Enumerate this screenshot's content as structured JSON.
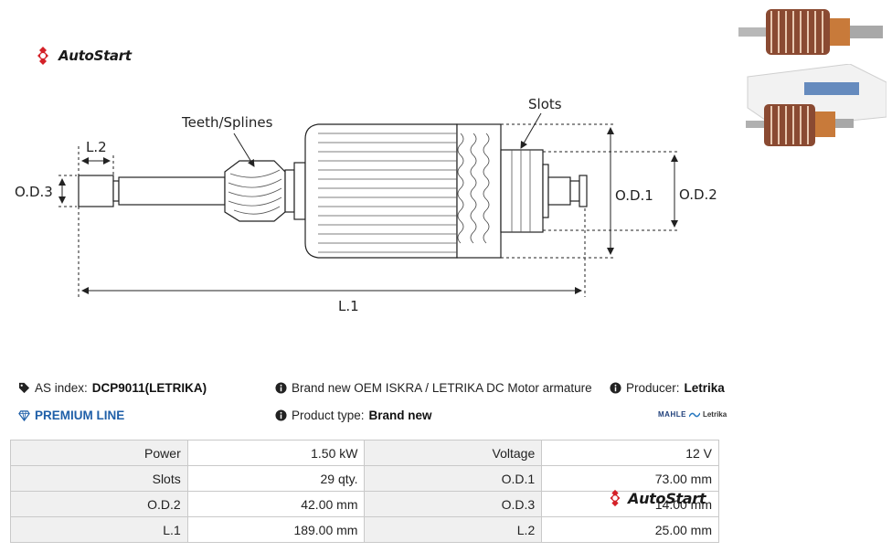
{
  "brand": {
    "name": "AutoStart",
    "red": "#d42128"
  },
  "drawing": {
    "labels": {
      "teeth": "Teeth/Splines",
      "slots": "Slots",
      "l2": "L.2",
      "od3": "O.D.3",
      "od1": "O.D.1",
      "od2": "O.D.2",
      "l1": "L.1"
    }
  },
  "info": {
    "as_index_label": "AS index:",
    "as_index_value": "DCP9011(LETRIKA)",
    "description": "Brand new OEM ISKRA / LETRIKA DC Motor armature",
    "producer_label": "Producer:",
    "producer_value": "Letrika",
    "premium": "PREMIUM LINE",
    "product_type_label": "Product type:",
    "product_type_value": "Brand new",
    "brand_logo_mahle": "MAHLE",
    "brand_logo_letrika": "Letrika"
  },
  "specs": [
    {
      "l1": "Power",
      "v1": "1.50 kW",
      "l2": "Voltage",
      "v2": "12 V"
    },
    {
      "l1": "Slots",
      "v1": "29 qty.",
      "l2": "O.D.1",
      "v2": "73.00 mm"
    },
    {
      "l1": "O.D.2",
      "v1": "42.00 mm",
      "l2": "O.D.3",
      "v2": "14.00 mm"
    },
    {
      "l1": "L.1",
      "v1": "189.00 mm",
      "l2": "L.2",
      "v2": "25.00 mm"
    }
  ],
  "icons": [
    "autostart-logo-icon",
    "tag-icon",
    "info-icon",
    "diamond-icon"
  ]
}
